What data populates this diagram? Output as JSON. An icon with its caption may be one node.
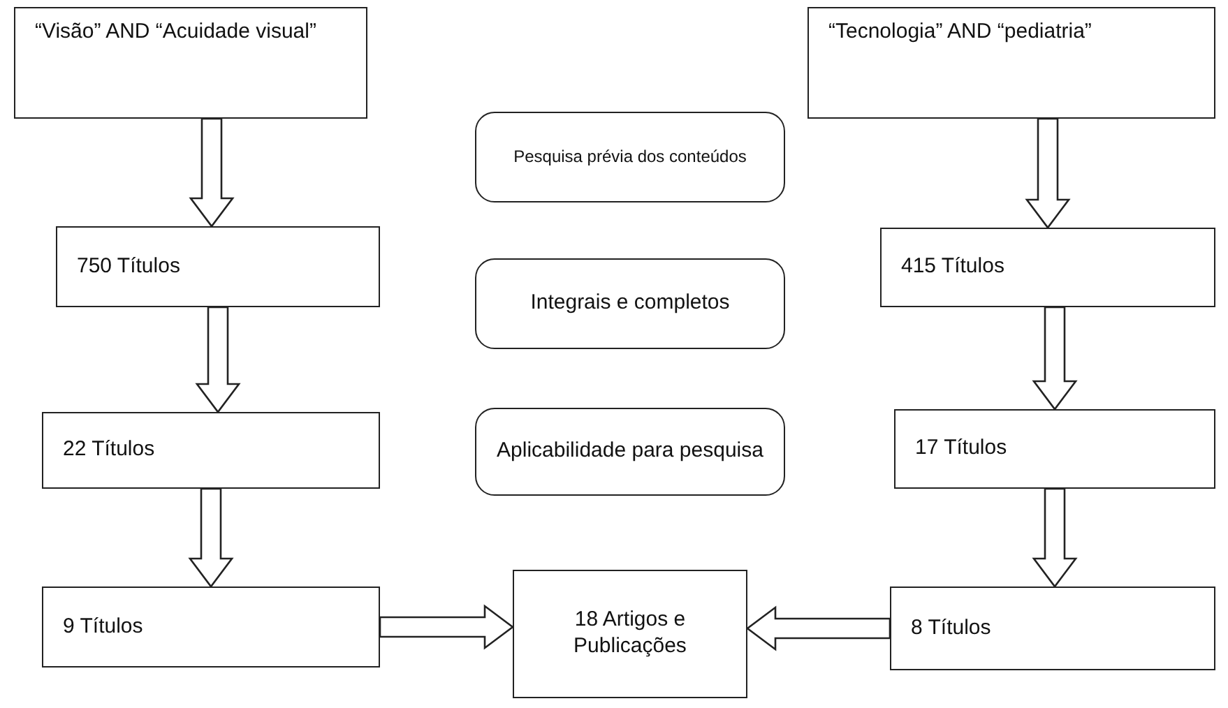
{
  "diagram": {
    "nodes": [
      {
        "text": [
          "“Visão” AND “Acuidade visual”"
        ]
      },
      {
        "text": [
          "“Tecnologia” AND “pediatria”"
        ]
      },
      {
        "text": [
          "Pesquisa prévia dos conteúdos"
        ]
      },
      {
        "text": [
          "750 Títulos"
        ]
      },
      {
        "text": [
          "Integrais e completos"
        ]
      },
      {
        "text": [
          "415 Títulos"
        ]
      },
      {
        "text": [
          "22 Títulos"
        ]
      },
      {
        "text": [
          "Aplicabilidade para pesquisa"
        ]
      },
      {
        "text": [
          "17 Títulos"
        ]
      },
      {
        "text": [
          "9 Títulos"
        ]
      },
      {
        "text": [
          "18 Artigos e Publicações"
        ]
      },
      {
        "text": [
          "8 Títulos"
        ]
      }
    ],
    "edges": [
      {
        "from": 0,
        "to": 3,
        "arrow": "to"
      },
      {
        "from": 3,
        "to": 6,
        "arrow": "to"
      },
      {
        "from": 6,
        "to": 9,
        "arrow": "to"
      },
      {
        "from": 1,
        "to": 5,
        "arrow": "to"
      },
      {
        "from": 5,
        "to": 8,
        "arrow": "to"
      },
      {
        "from": 8,
        "to": 11,
        "arrow": "to"
      },
      {
        "from": 9,
        "to": 10,
        "arrow": "to"
      },
      {
        "from": 11,
        "to": 10,
        "arrow": "to"
      }
    ]
  }
}
